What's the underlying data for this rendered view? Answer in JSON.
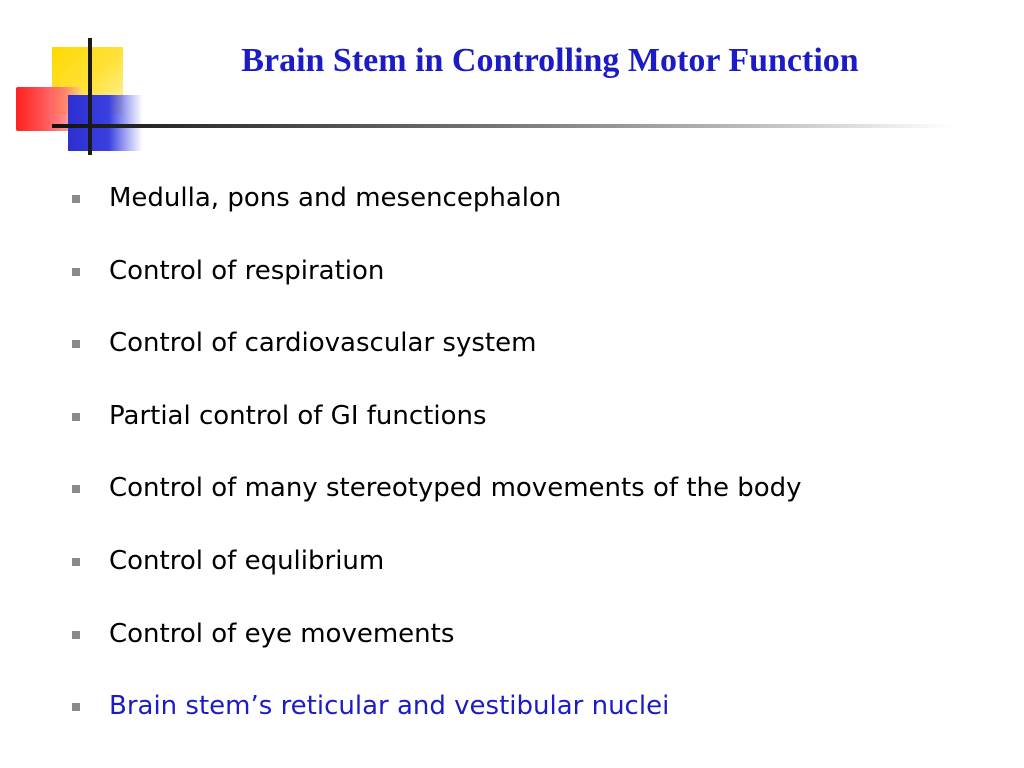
{
  "slide": {
    "title": "Brain Stem in Controlling Motor Function",
    "title_color": "#1c1cc6",
    "accent_color": "#1c1cc6",
    "bullet_marker_color": "#8a8a8a",
    "bullets": [
      {
        "text": "Medulla, pons and mesencephalon",
        "accent": false
      },
      {
        "text": "Control of respiration",
        "accent": false
      },
      {
        "text": "Control of cardiovascular system",
        "accent": false
      },
      {
        "text": "Partial control of GI functions",
        "accent": false
      },
      {
        "text": "Control of many stereotyped movements of the body",
        "accent": false
      },
      {
        "text": "Control of equlibrium",
        "accent": false
      },
      {
        "text": "Control of eye movements",
        "accent": false
      },
      {
        "text": "Brain stem’s reticular and vestibular nuclei",
        "accent": true
      }
    ]
  },
  "decoration": {
    "logo_colors": [
      "#ffd800",
      "#ff2020",
      "#2d2fcf"
    ]
  }
}
